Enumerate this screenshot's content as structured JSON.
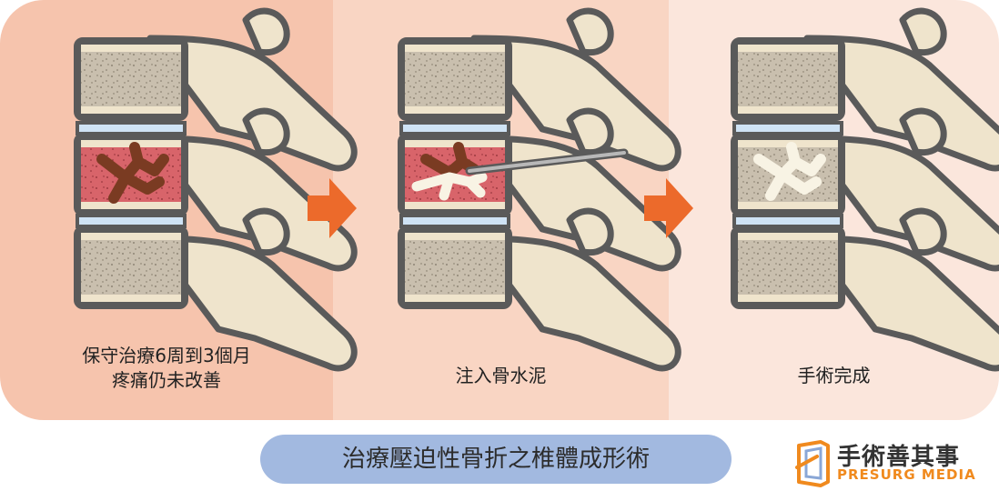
{
  "steps": [
    {
      "caption_line1": "保守治療6周到3個月",
      "caption_line2": "疼痛仍未改善"
    },
    {
      "caption_line1": "注入骨水泥"
    },
    {
      "caption_line1": "手術完成"
    }
  ],
  "banner": {
    "title": "治療壓迫性骨折之椎體成形術"
  },
  "logo": {
    "name_cn": "手術善其事",
    "name_en": "PRESURG MEDIA"
  },
  "colors": {
    "panel1": "#f6c4ad",
    "panel2": "#f9d5c3",
    "panel3": "#fbe6dc",
    "arrow": "#ec6a2b",
    "banner": "#a2b9e0",
    "outline": "#5a5a5a",
    "bone": "#c9bfae",
    "fracture_red": "#d8646a",
    "crack": "#7a3b22",
    "cement": "#f8f3e4",
    "disc": "#cfe3f5",
    "logo_orange": "#f08a1e"
  }
}
